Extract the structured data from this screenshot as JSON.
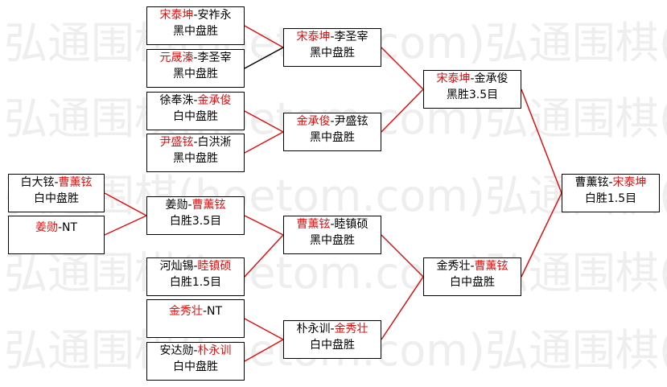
{
  "watermark": "弘通围棋(hoetom.com)",
  "colors": {
    "winner": "#e01010",
    "line": "#e01010",
    "lose_line": "#000000",
    "border": "#000000"
  },
  "nodes": [
    {
      "id": "r1m1",
      "p1": "宋泰坤",
      "p2": "安祚永",
      "winner": 1,
      "result": "黑中盘胜"
    },
    {
      "id": "r1m2",
      "p1": "元晟溱",
      "p2": "李圣宰",
      "winner": 1,
      "result": "黑中盘胜"
    },
    {
      "id": "r1m3",
      "p1": "徐奉洙",
      "p2": "金承俊",
      "winner": 2,
      "result": "白中盘胜"
    },
    {
      "id": "r1m4",
      "p1": "尹盛铉",
      "p2": "白洪淅",
      "winner": 1,
      "result": "黑中盘胜"
    },
    {
      "id": "r1m5",
      "p1": "白大铉",
      "p2": "曹薰铉",
      "winner": 2,
      "result": "白中盘胜"
    },
    {
      "id": "r1m6",
      "p1": "姜勋",
      "p2": "NT",
      "winner": 1,
      "result": ""
    },
    {
      "id": "r1m7",
      "p1": "河灿锡",
      "p2": "睦镇硕",
      "winner": 2,
      "result": "白胜1.5目"
    },
    {
      "id": "r1m8",
      "p1": "金秀壮",
      "p2": "NT",
      "winner": 1,
      "result": ""
    },
    {
      "id": "r1m9",
      "p1": "安达勋",
      "p2": "朴永训",
      "winner": 2,
      "result": "白中盘胜"
    },
    {
      "id": "r2m1",
      "p1": "宋泰坤",
      "p2": "李圣宰",
      "winner": 1,
      "result": "黑中盘胜"
    },
    {
      "id": "r2m2",
      "p1": "金承俊",
      "p2": "尹盛铉",
      "winner": 1,
      "result": "黑中盘胜"
    },
    {
      "id": "r2m3",
      "p1": "姜勋",
      "p2": "曹薰铉",
      "winner": 2,
      "result": "白胜3.5目"
    },
    {
      "id": "r2m4",
      "p1": "朴永训",
      "p2": "金秀壮",
      "winner": 2,
      "result": "白中盘胜"
    },
    {
      "id": "r3m1",
      "p1": "宋泰坤",
      "p2": "金承俊",
      "winner": 1,
      "result": "黑胜3.5目"
    },
    {
      "id": "r3m2",
      "p1": "曹薰铉",
      "p2": "睦镇硕",
      "winner": 1,
      "result": "黑中盘胜"
    },
    {
      "id": "r4m1",
      "p1": "金秀壮",
      "p2": "曹薰铉",
      "winner": 2,
      "result": "白中盘胜"
    },
    {
      "id": "final",
      "p1": "曹薰铉",
      "p2": "宋泰坤",
      "winner": 2,
      "result": "白胜1.5目"
    }
  ],
  "links": [
    {
      "from": "r1m1",
      "to": "r2m1",
      "won": true
    },
    {
      "from": "r1m2",
      "to": "r2m1",
      "won": false
    },
    {
      "from": "r1m3",
      "to": "r2m2",
      "won": true
    },
    {
      "from": "r1m4",
      "to": "r2m2",
      "won": true
    },
    {
      "from": "r1m5",
      "to": "r2m3",
      "won": true
    },
    {
      "from": "r1m6",
      "to": "r2m3",
      "won": true
    },
    {
      "from": "r1m7",
      "to": "r3m2",
      "won": true
    },
    {
      "from": "r1m8",
      "to": "r2m4",
      "won": true
    },
    {
      "from": "r1m9",
      "to": "r2m4",
      "won": true
    },
    {
      "from": "r2m1",
      "to": "r3m1",
      "won": true
    },
    {
      "from": "r2m2",
      "to": "r3m1",
      "won": true
    },
    {
      "from": "r2m3",
      "to": "r3m2",
      "won": true
    },
    {
      "from": "r3m2",
      "to": "r4m1",
      "won": true
    },
    {
      "from": "r2m4",
      "to": "r4m1",
      "won": true
    },
    {
      "from": "r3m1",
      "to": "final",
      "won": true
    },
    {
      "from": "r4m1",
      "to": "final",
      "won": true
    }
  ]
}
